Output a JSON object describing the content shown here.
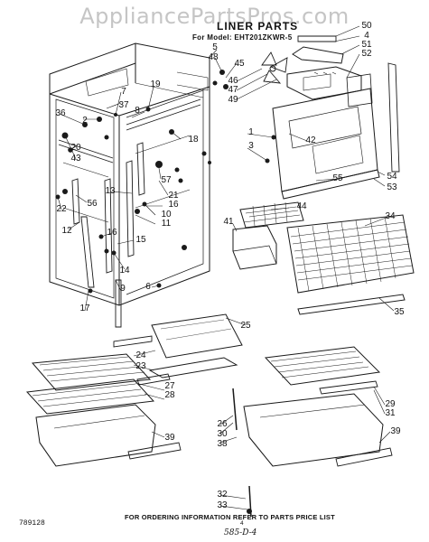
{
  "watermark": "AppliancePartsPros.com",
  "title": "LINER PARTS",
  "model_line": "For Model: EHT201ZKWR-5",
  "footnote": "FOR ORDERING INFORMATION REFER TO PARTS PRICE LIST",
  "document_number": "789128",
  "page_number": "4",
  "handwritten_mark": "585-D-4",
  "callouts": [
    "50",
    "4",
    "51",
    "52",
    "5",
    "48",
    "45",
    "46",
    "47",
    "49",
    "7",
    "37",
    "19",
    "8",
    "36",
    "2",
    "20",
    "43",
    "18",
    "1",
    "3",
    "42",
    "54",
    "53",
    "55",
    "57",
    "21",
    "10",
    "11",
    "16",
    "13",
    "56",
    "22",
    "12",
    "44",
    "34",
    "41",
    "16",
    "15",
    "14",
    "9",
    "6",
    "17",
    "35",
    "25",
    "24",
    "23",
    "27",
    "28",
    "39",
    "26",
    "30",
    "38",
    "32",
    "33",
    "29",
    "31",
    "39"
  ]
}
